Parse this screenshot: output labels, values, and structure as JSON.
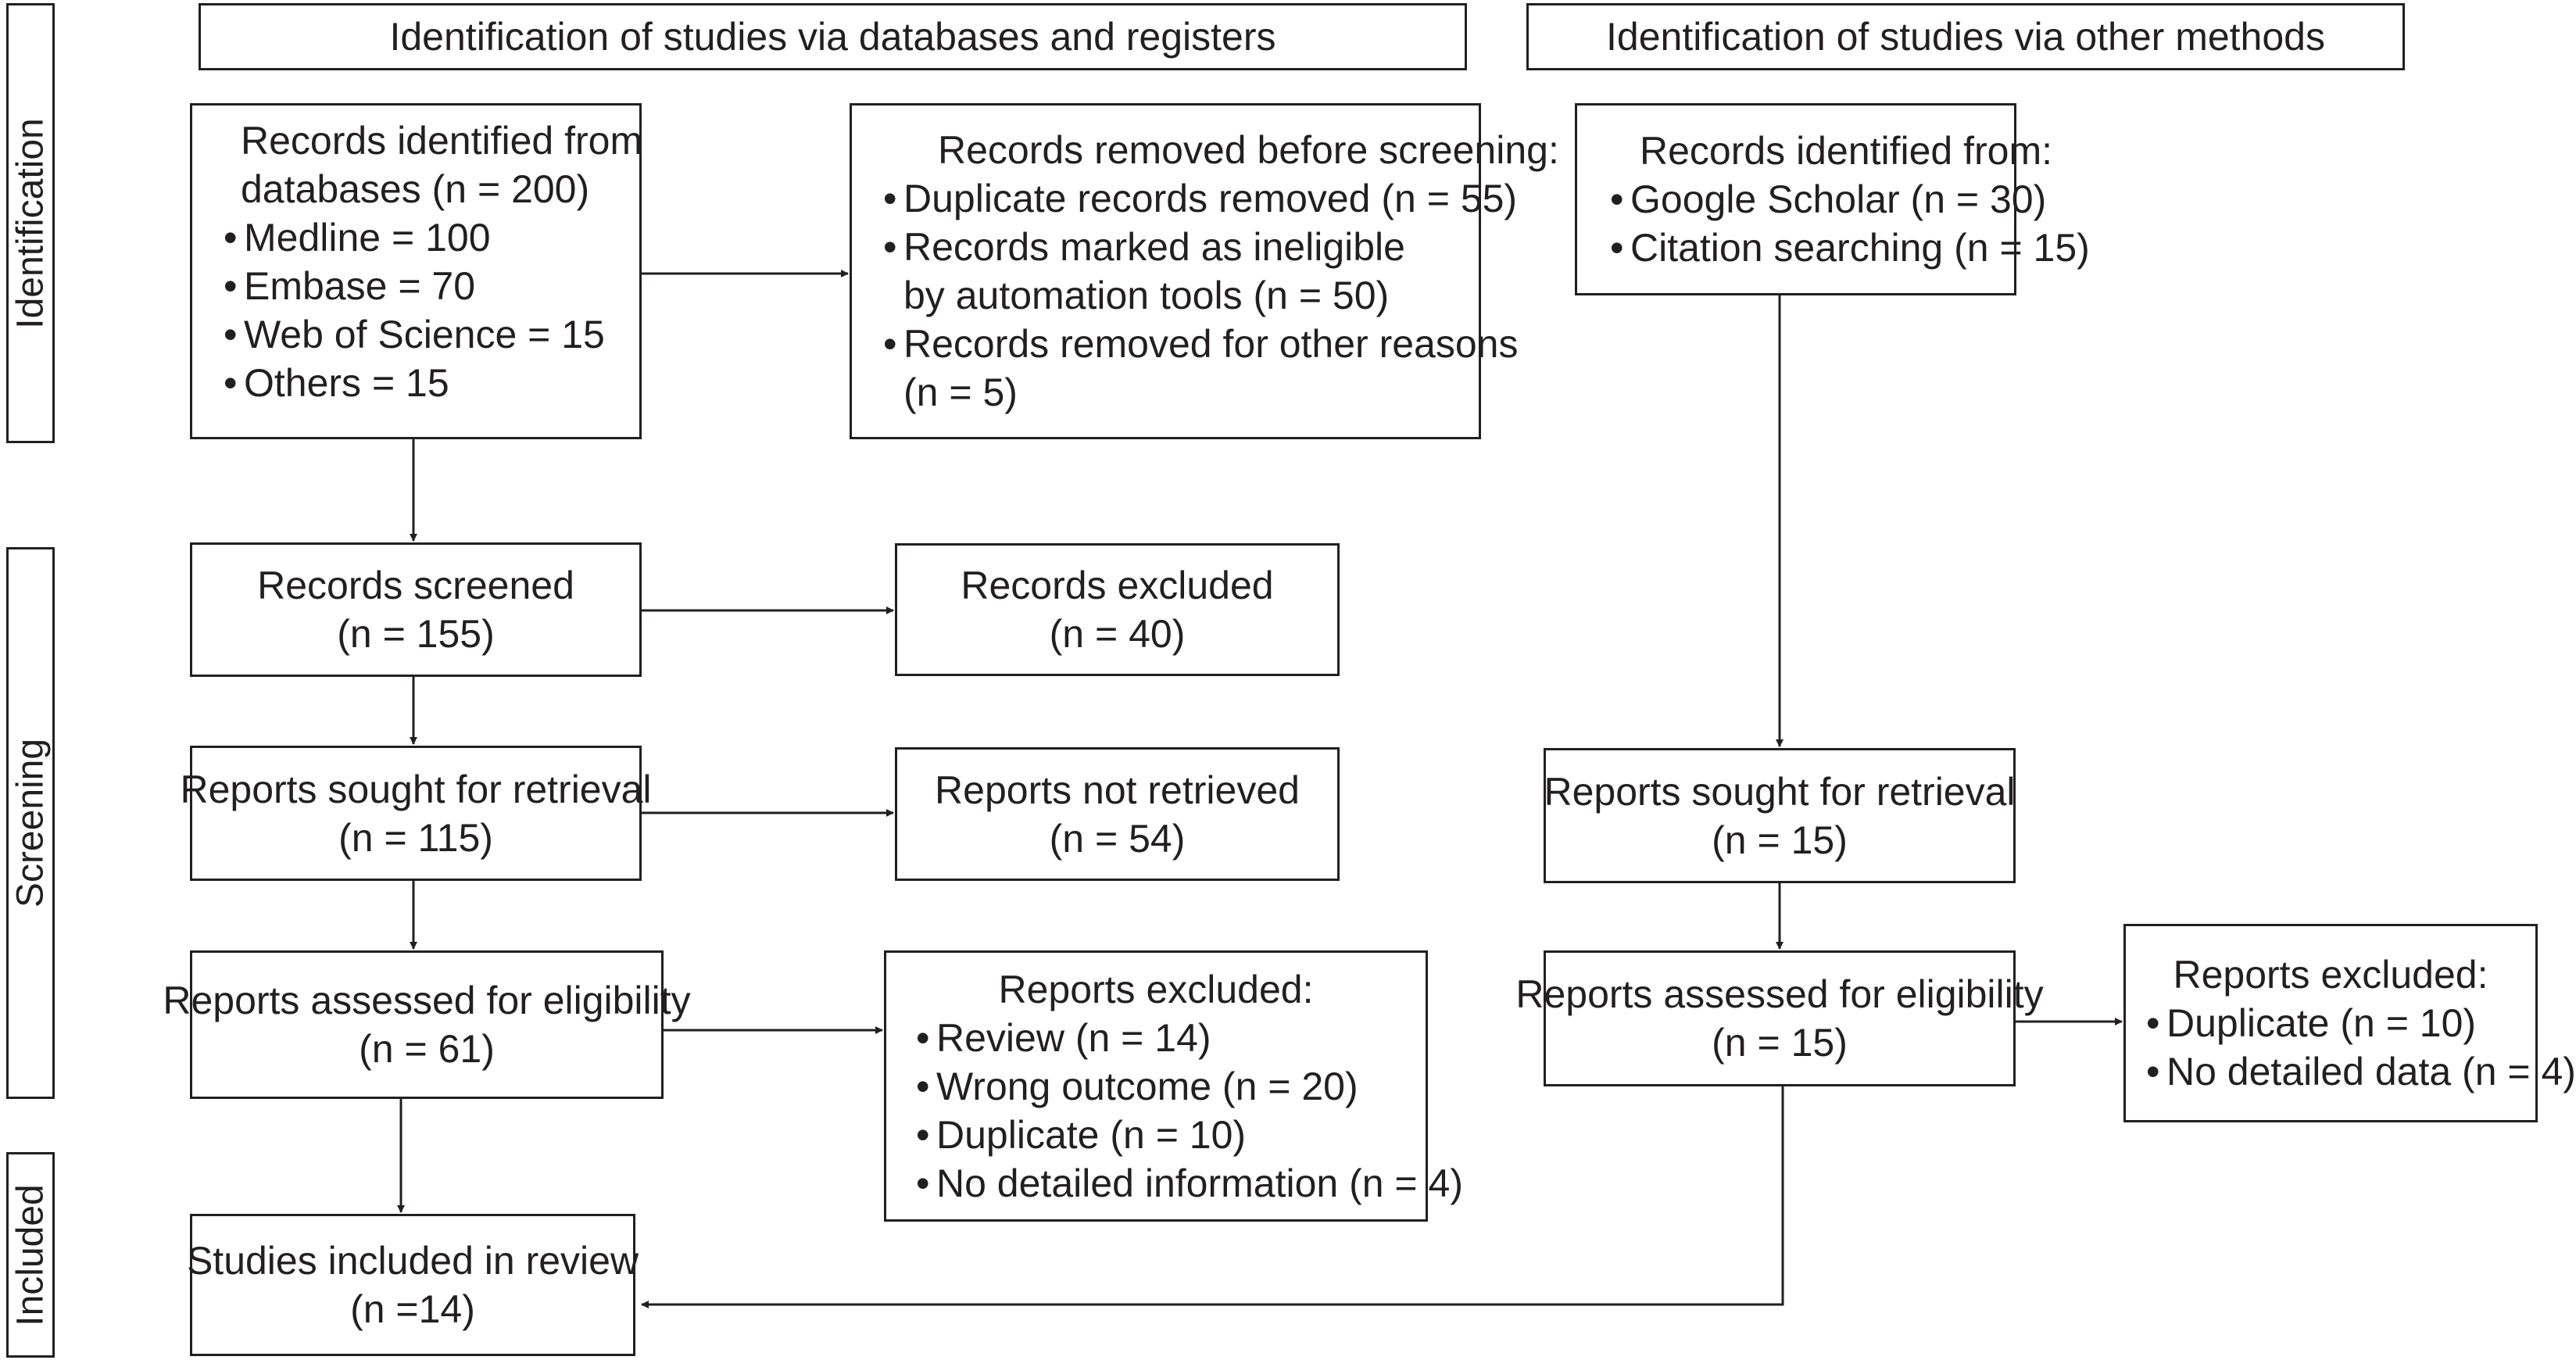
{
  "headers": {
    "databases": "Identification of studies via databases and registers",
    "other": "Identification of studies via other methods"
  },
  "stages": {
    "identification": "Identification",
    "screening": "Screening",
    "included": "Included"
  },
  "db": {
    "identified": {
      "line1": "Records identified from",
      "line2": "databases (n = 200)",
      "items": [
        "Medline = 100",
        "Embase = 70",
        "Web of Science = 15",
        "Others = 15"
      ]
    },
    "removed": {
      "title": "Records removed before screening:",
      "item1": "Duplicate records removed (n = 55)",
      "item2_line1": "Records marked as ineligible",
      "item2_line2": "by automation tools (n = 50)",
      "item3_line1": "Records removed for other reasons",
      "item3_line2": "(n = 5)"
    },
    "screened": {
      "line1": "Records screened",
      "line2": "(n = 155)"
    },
    "excluded": {
      "line1": "Records excluded",
      "line2": "(n = 40)"
    },
    "sought": {
      "line1": "Reports sought for retrieval",
      "line2": "(n = 115)"
    },
    "not_retrieved": {
      "line1": "Reports not retrieved",
      "line2": "(n = 54)"
    },
    "assessed": {
      "line1": "Reports assessed for eligibility",
      "line2": "(n = 61)"
    },
    "reports_excluded": {
      "title": "Reports excluded:",
      "items": [
        "Review (n = 14)",
        "Wrong outcome (n = 20)",
        "Duplicate (n = 10)",
        "No detailed information (n = 4)"
      ]
    },
    "included": {
      "line1": "Studies included in review",
      "line2": "(n =14)"
    }
  },
  "other": {
    "identified": {
      "title": "Records identified from:",
      "items": [
        "Google Scholar (n = 30)",
        "Citation searching (n = 15)"
      ]
    },
    "sought": {
      "line1": "Reports sought for retrieval",
      "line2": "(n = 15)"
    },
    "assessed": {
      "line1": "Reports assessed for eligibility",
      "line2": "(n = 15)"
    },
    "reports_excluded": {
      "title": "Reports excluded:",
      "items": [
        "Duplicate (n = 10)",
        "No detailed data (n = 4)"
      ]
    }
  },
  "bullet": "•"
}
